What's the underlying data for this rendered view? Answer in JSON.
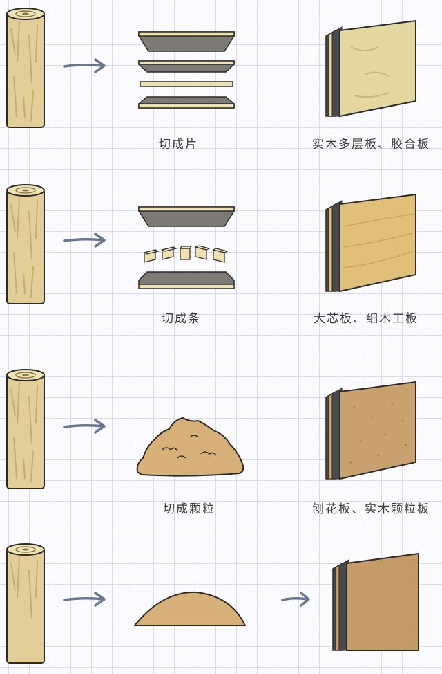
{
  "rows": [
    {
      "process_label": "切成片",
      "product_label": "实木多层板、胶合板",
      "board_color": "#e4d7a2",
      "board_type": "plywood"
    },
    {
      "process_label": "切成条",
      "product_label": "大芯板、细木工板",
      "board_color": "#e0bf79",
      "board_type": "blockboard"
    },
    {
      "process_label": "切成颗粒",
      "product_label": "刨花板、实木颗粒板",
      "board_color": "#c8a16f",
      "board_type": "particleboard"
    },
    {
      "process_label": "",
      "product_label": "",
      "board_color": "#c49a68",
      "board_type": "fiberboard"
    }
  ],
  "colors": {
    "log": "#e2cf98",
    "log_dark": "#8a7545",
    "slice_gray": "#7d7a76",
    "slice_edge": "#efe0b0",
    "arrow": "#6a7690",
    "chip": "#d8b079"
  }
}
